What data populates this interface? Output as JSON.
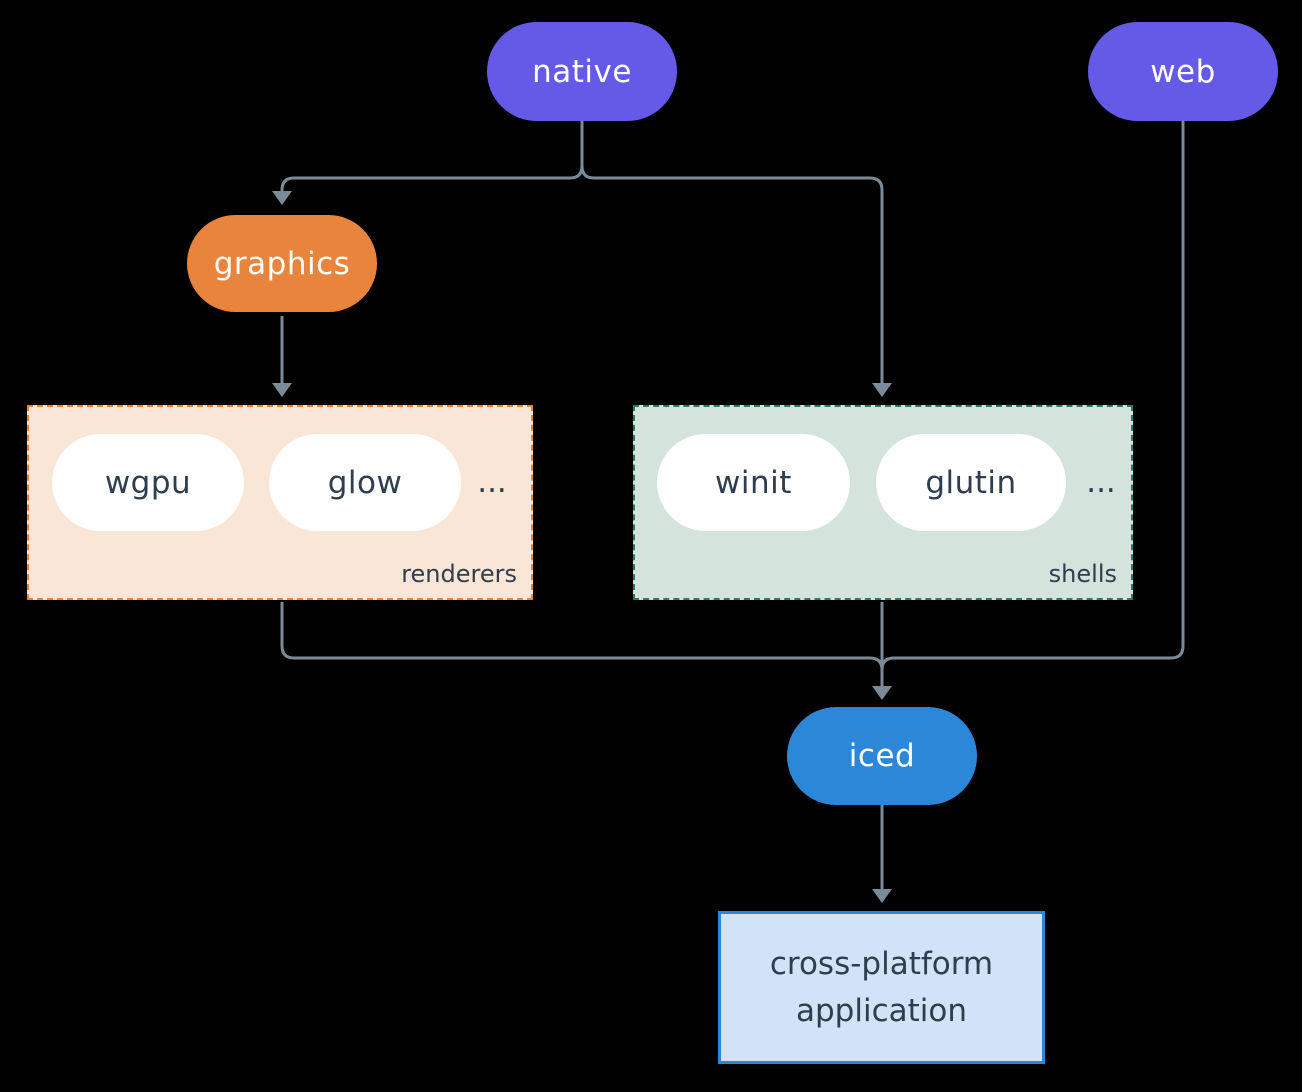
{
  "canvas": {
    "background": "#000000"
  },
  "nodes": {
    "native": {
      "label": "native"
    },
    "web": {
      "label": "web"
    },
    "graphics": {
      "label": "graphics"
    },
    "iced": {
      "label": "iced"
    },
    "application": {
      "line1": "cross-platform",
      "line2": "application"
    }
  },
  "groups": {
    "renderers": {
      "label": "renderers",
      "items": [
        "wgpu",
        "glow"
      ],
      "ellipsis": "..."
    },
    "shells": {
      "label": "shells",
      "items": [
        "winit",
        "glutin"
      ],
      "ellipsis": "..."
    }
  },
  "colors": {
    "bg": "#000000",
    "purple": "#6559e8",
    "orange": "#e8843c",
    "blue": "#2d87d8",
    "renderers_bg": "#f9e6d7",
    "renderers_border": "#e8843c",
    "shells_bg": "#d5e3dd",
    "shells_border": "#2a7a6c",
    "app_bg": "#d0e3f7",
    "app_border": "#2d87d8",
    "dark_text": "#2e3e4e",
    "line": "#7b8a99"
  }
}
